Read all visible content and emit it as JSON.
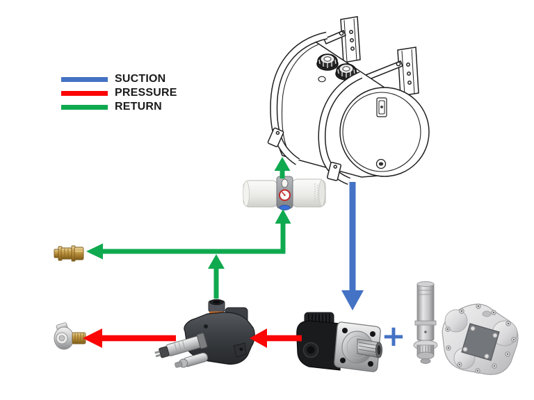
{
  "diagram": {
    "background": "#FFFFFF",
    "legend": {
      "items": [
        {
          "id": "suction",
          "label": "SUCTION",
          "color": "#4472C4"
        },
        {
          "id": "pressure",
          "label": "PRESSURE",
          "color": "#FB0505"
        },
        {
          "id": "return",
          "label": "RETURN",
          "color": "#0FA94F"
        }
      ]
    },
    "colors": {
      "suction": "#4472C4",
      "pressure": "#FB0505",
      "return": "#0FA94F",
      "line_art": "#1F1F1F"
    },
    "plus_label": "+",
    "components": [
      "hydraulic-oil-tank",
      "return-line-filter",
      "hose-barb-fitting",
      "outlet-fitting",
      "relief-valve",
      "gear-pump",
      "pto-drive-shaft",
      "pto-gearbox"
    ],
    "connections": [
      {
        "from": "hydraulic-oil-tank",
        "to": "gear-pump",
        "type": "suction"
      },
      {
        "from": "gear-pump",
        "to": "relief-valve",
        "type": "pressure"
      },
      {
        "from": "relief-valve",
        "to": "outlet-fitting",
        "type": "pressure"
      },
      {
        "from": "relief-valve",
        "to": "return-line",
        "type": "return"
      },
      {
        "from": "return-line",
        "to": "hose-barb-fitting",
        "type": "return"
      },
      {
        "from": "return-line",
        "to": "return-line-filter",
        "type": "return"
      },
      {
        "from": "return-line-filter",
        "to": "hydraulic-oil-tank",
        "type": "return"
      }
    ]
  }
}
